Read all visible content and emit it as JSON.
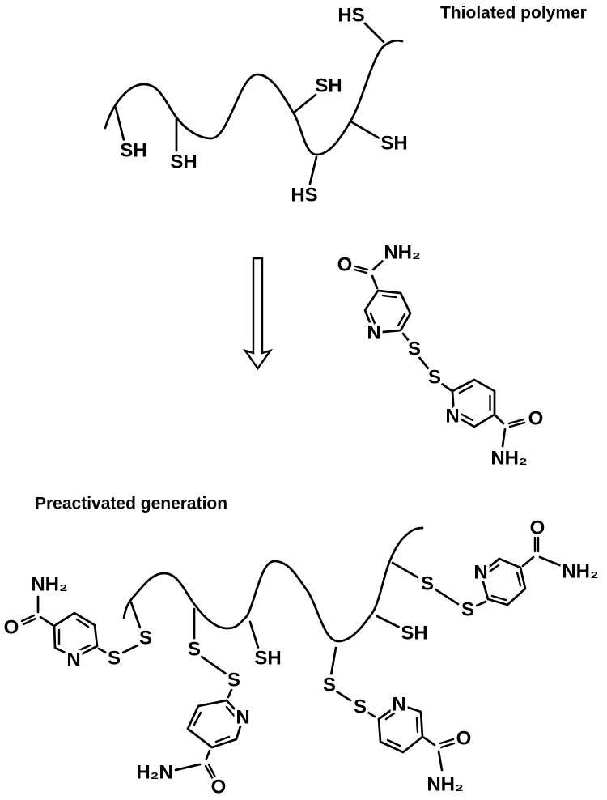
{
  "figure": {
    "background_color": "#ffffff",
    "ink_color": "#000000",
    "description_labels": {
      "chain": "polymer-backbone-curve",
      "arrow": "reaction-arrow-down"
    }
  },
  "top_section": {
    "title": "Thiolated polymer",
    "atom_labels": [
      "HS",
      "SH",
      "SH",
      "SH",
      "HS",
      "SH"
    ]
  },
  "reagent": {
    "atom_labels": [
      "O",
      "NH₂",
      "N",
      "S",
      "S",
      "N",
      "O",
      "NH₂"
    ]
  },
  "bottom_section": {
    "title": "Preactivated generation",
    "atom_labels": [
      "NH₂",
      "O",
      "N",
      "S",
      "S",
      "S",
      "S",
      "N",
      "H₂N",
      "O",
      "SH",
      "S",
      "S",
      "N",
      "O",
      "NH₂",
      "SH",
      "S",
      "S",
      "N",
      "O",
      "NH₂"
    ]
  }
}
